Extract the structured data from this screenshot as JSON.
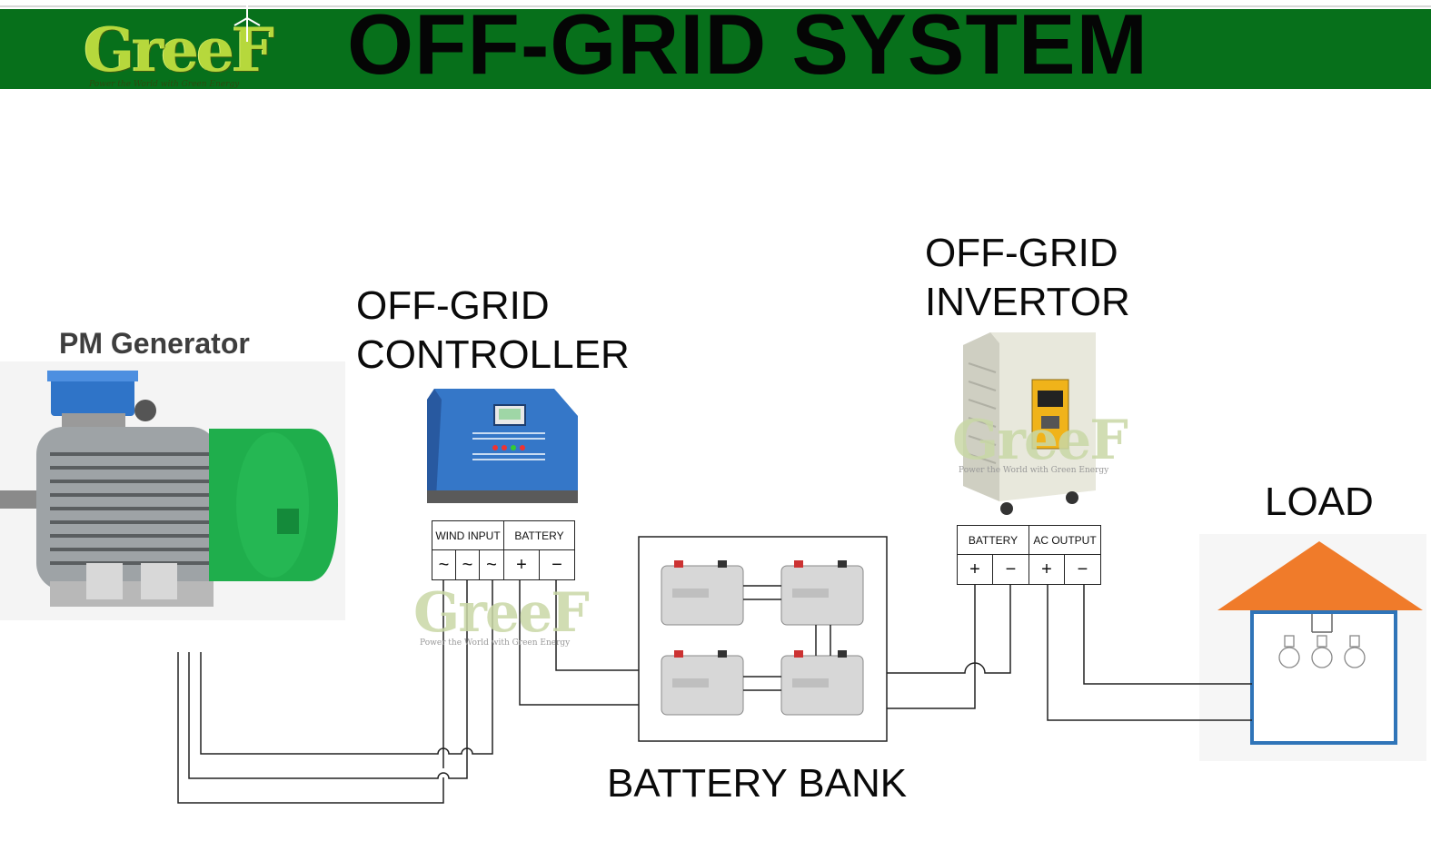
{
  "header": {
    "logo_text": "GreeF",
    "logo_tagline": "Power the World with Green Energy",
    "title": "OFF-GRID SYSTEM",
    "bar_color": "#07701b"
  },
  "components": {
    "generator_label": "PM Generator",
    "controller_label_line1": "OFF-GRID",
    "controller_label_line2": "CONTROLLER",
    "invertor_label_line1": "OFF-GRID",
    "invertor_label_line2": "INVERTOR",
    "battery_bank_label": "BATTERY BANK",
    "load_label": "LOAD"
  },
  "controller_terminals": {
    "wind_input": "WIND INPUT",
    "battery": "BATTERY",
    "symbols": [
      "~",
      "~",
      "~",
      "+",
      "−"
    ]
  },
  "invertor_terminals": {
    "battery": "BATTERY",
    "ac_output": "AC OUTPUT",
    "symbols": [
      "+",
      "−",
      "+",
      "−"
    ]
  },
  "watermarks": {
    "text": "GreeF",
    "tagline": "Power the World with Green Energy"
  },
  "colors": {
    "generator_green": "#1fae4c",
    "controller_blue": "#3577c8",
    "invertor_body": "#e8e8dc",
    "roof_orange": "#f07b2a",
    "house_blue": "#2f74b8"
  }
}
